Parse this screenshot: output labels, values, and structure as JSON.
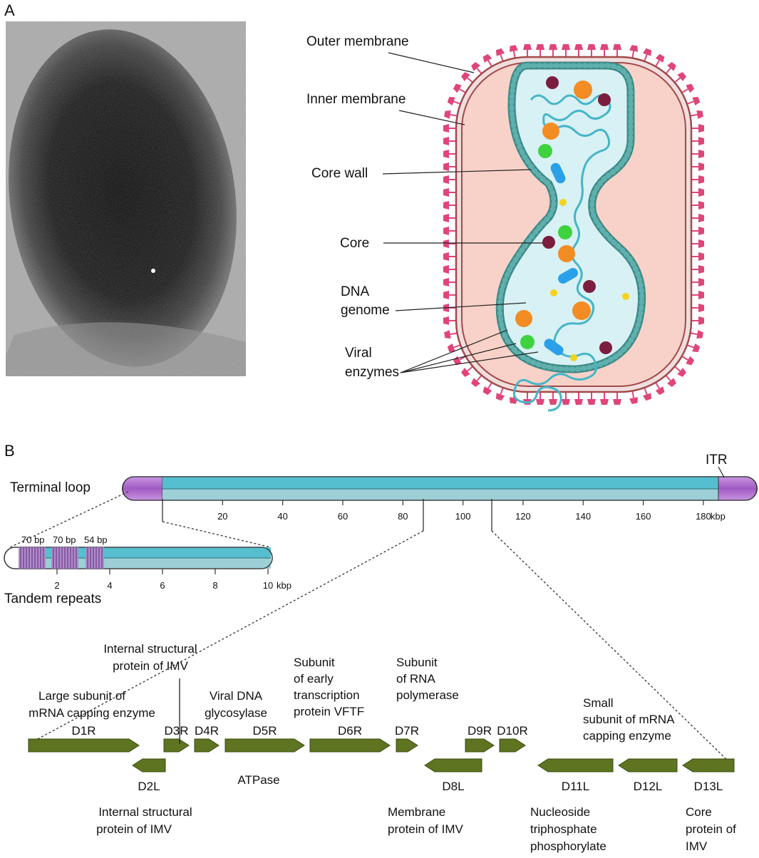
{
  "panel_a": {
    "letter": "A",
    "labels": {
      "outer_membrane": "Outer membrane",
      "inner_membrane": "Inner membrane",
      "core_wall": "Core wall",
      "core": "Core",
      "dna_line1": "DNA",
      "dna_line2": "genome",
      "enz_line1": "Viral",
      "enz_line2": "enzymes"
    },
    "colors": {
      "spike": "#e0457a",
      "membrane": "#a24a4a",
      "cytoplasm": "#f8d2c8",
      "core_wall": "#3d8a88",
      "core_fill": "#d8f1f4",
      "dna": "#46b5c8",
      "orange": "#f28c23",
      "maroon": "#7a1d3e",
      "green": "#3fd23f",
      "blue": "#2aa0e8",
      "yellow": "#f5d21f"
    }
  },
  "panel_b": {
    "letter": "B",
    "genome_ticks": [
      "20",
      "40",
      "60",
      "80",
      "100",
      "120",
      "140",
      "160",
      "180"
    ],
    "genome_unit": "kbp",
    "terminal_loop": "Terminal loop",
    "itr": "ITR",
    "inset_ticks": [
      "2",
      "4",
      "6",
      "8",
      "10"
    ],
    "inset_unit": "kbp",
    "repeats": [
      "70 bp",
      "70 bp",
      "54 bp"
    ],
    "tandem_repeats": "Tandem repeats",
    "colors": {
      "genome": "#56bfcf",
      "genome_dark": "#3c9aac",
      "itr": "#a15bc4",
      "gene": "#5e7420"
    },
    "genes": [
      {
        "name": "D1R",
        "dir": "R"
      },
      {
        "name": "D2L",
        "dir": "L"
      },
      {
        "name": "D3R",
        "dir": "R"
      },
      {
        "name": "D4R",
        "dir": "R"
      },
      {
        "name": "D5R",
        "dir": "R"
      },
      {
        "name": "D6R",
        "dir": "R"
      },
      {
        "name": "D7R",
        "dir": "R"
      },
      {
        "name": "D8L",
        "dir": "L"
      },
      {
        "name": "D9R",
        "dir": "R"
      },
      {
        "name": "D10R",
        "dir": "R"
      },
      {
        "name": "D11L",
        "dir": "L"
      },
      {
        "name": "D12L",
        "dir": "L"
      },
      {
        "name": "D13L",
        "dir": "L"
      }
    ],
    "annotations": {
      "d1r": [
        "Large subunit of",
        "mRNA capping enzyme"
      ],
      "d3r": [
        "Internal structural",
        "protein of IMV"
      ],
      "d4r": [
        "Viral DNA",
        "glycosylase"
      ],
      "d6r": [
        "Subunit",
        "of early",
        "transcription",
        "protein VFTF"
      ],
      "d7r": [
        "Subunit",
        "of RNA",
        "polymerase"
      ],
      "d12l": [
        "Small",
        "subunit of mRNA",
        "capping enzyme"
      ],
      "d2l": [
        "Internal structural",
        "protein of IMV"
      ],
      "d5r": [
        "ATPase"
      ],
      "d8l": [
        "Membrane",
        "protein of IMV"
      ],
      "d11l": [
        "Nucleoside",
        "triphosphate",
        "phosphorylate"
      ],
      "d13l": [
        "Core",
        "protein of",
        "IMV"
      ]
    }
  }
}
